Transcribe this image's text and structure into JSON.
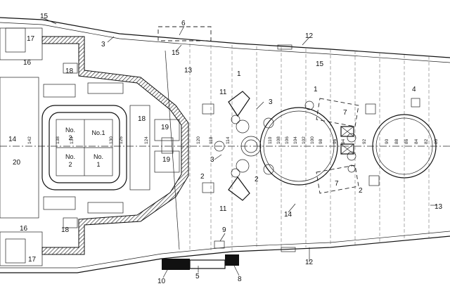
{
  "callouts": {
    "n1a": "1",
    "n1b": "1",
    "n2a": "2",
    "n2b": "2",
    "n2c": "2",
    "n3a": "3",
    "n3b": "3",
    "n3c": "3",
    "n4": "4",
    "n5": "5",
    "n6": "6",
    "n7a": "7",
    "n7b": "7",
    "n8": "8",
    "n9": "9",
    "n10": "10",
    "n11a": "11",
    "n11b": "11",
    "n12a": "12",
    "n12b": "12",
    "n13a": "13",
    "n13b": "13",
    "n14a": "14",
    "n14b": "14",
    "n15a": "15",
    "n15b": "15",
    "n15c": "15",
    "n16a": "16",
    "n16b": "16",
    "n17a": "17",
    "n17b": "17",
    "n18a": "18",
    "n18b": "18",
    "n18c": "18",
    "n19a": "19",
    "n19b": "19",
    "n20": "20"
  },
  "compartments": {
    "c_no2_top": "No.",
    "c_no2_top_n": "2",
    "c_no1_top": "No.1",
    "c_no2_bot": "No.",
    "c_no2_bot_n": "2",
    "c_no1_bot": "No.",
    "c_no1_bot_n": "1"
  },
  "frames": [
    "142",
    "138",
    "134",
    "130",
    "126",
    "124",
    "120",
    "118",
    "114",
    "110",
    "108",
    "106",
    "104",
    "102",
    "100",
    "98",
    "96",
    "94",
    "92",
    "90",
    "88",
    "86",
    "84",
    "82",
    "80"
  ]
}
